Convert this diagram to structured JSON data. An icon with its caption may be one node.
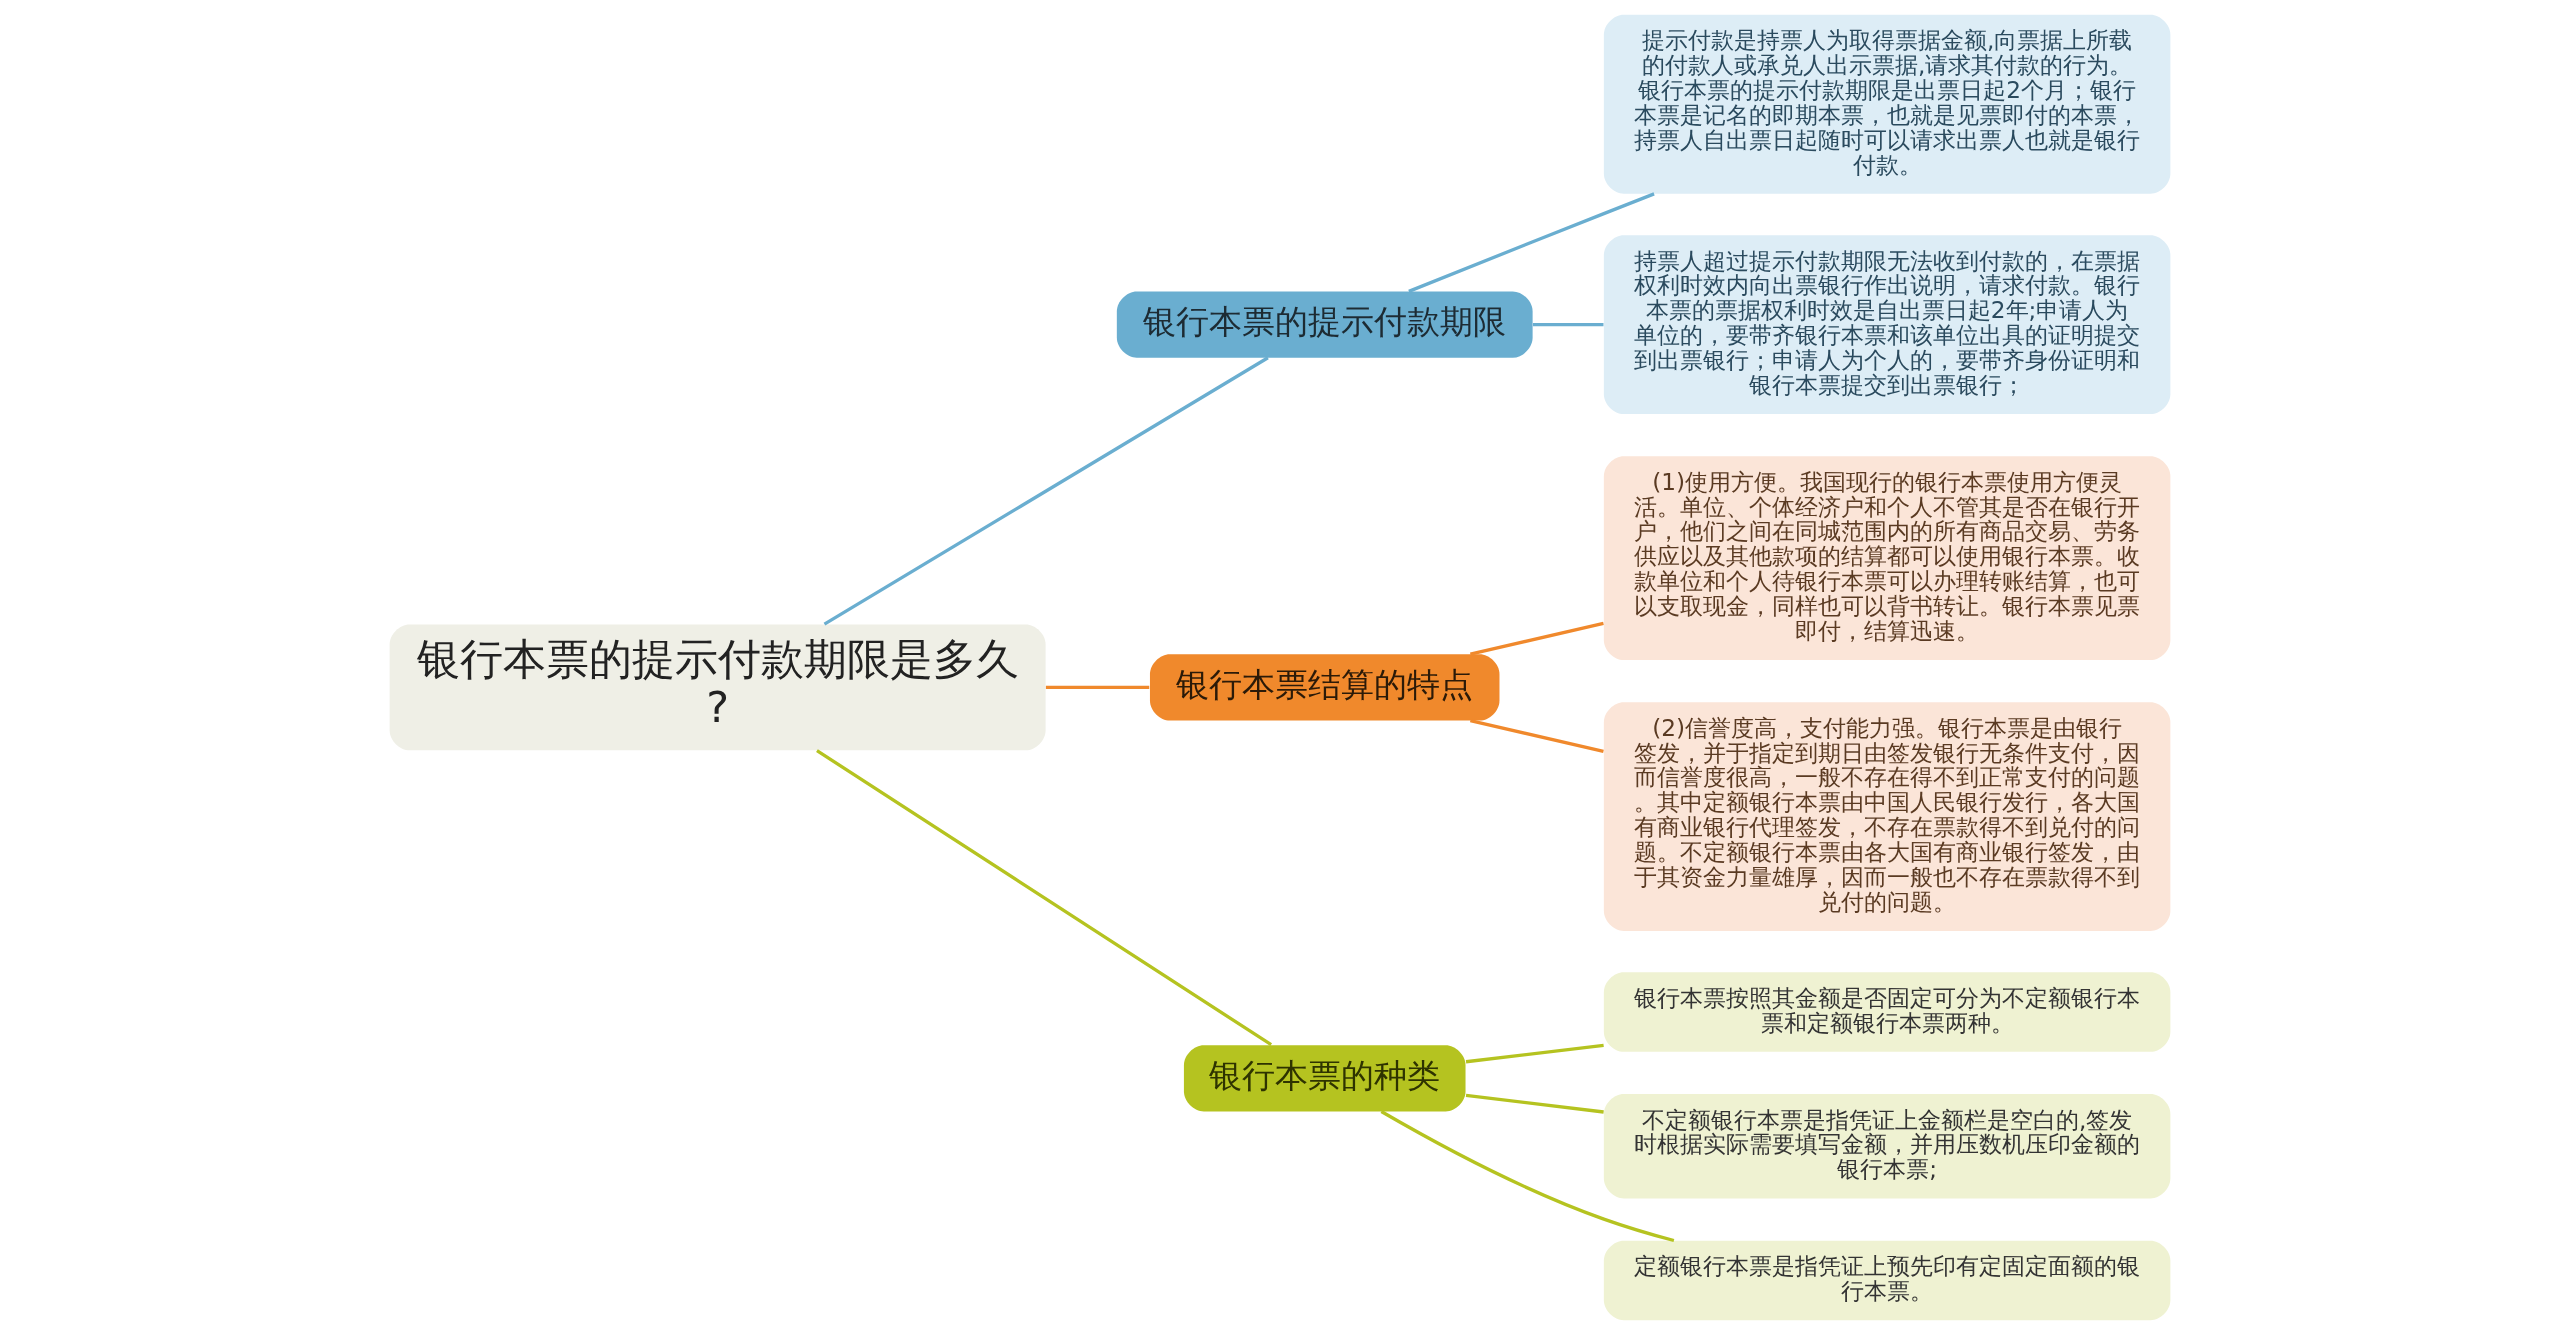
{
  "diagram": {
    "nodes": [
      {
        "text": [
          "银行本票的提示付款期限是多久?"
        ]
      },
      {
        "text": [
          "银行本票的提示付款期限"
        ]
      },
      {
        "text": [
          "提示付款是持票人为取得票据金额,向票据上所载的付款人或承兑人出示票据,请求其付款的行为。银行本票的提示付款期限是出票日起2个月；银行本票是记名的即期本票，也就是见票即付的本票，持票人自出票日起随时可以请求出票人也就是银行付款。"
        ]
      },
      {
        "text": [
          "持票人超过提示付款期限无法收到付款的，在票据权利时效内向出票银行作出说明，请求付款。银行本票的票据权利时效是自出票日起2年;申请人为单位的，要带齐银行本票和该单位出具的证明提交到出票银行；申请人为个人的，要带齐身份证明和银行本票提交到出票银行；"
        ]
      },
      {
        "text": [
          "银行本票结算的特点"
        ]
      },
      {
        "text": [
          "(1)使用方便。我国现行的银行本票使用方便灵活。单位、个体经济户和个人不管其是否在银行开户，他们之间在同城范围内的所有商品交易、劳务供应以及其他款项的结算都可以使用银行本票。收款单位和个人待银行本票可以办理转账结算，也可以支取现金，同样也可以背书转让。银行本票见票即付，结算迅速。"
        ]
      },
      {
        "text": [
          "(2)信誉度高，支付能力强。银行本票是由银行签发，并于指定到期日由签发银行无条件支付，因而信誉度很高，一般不存在得不到正常支付的问题。其中定额银行本票由中国人民银行发行，各大国有商业银行代理签发，不存在票款得不到兑付的问题。不定额银行本票由各大国有商业银行签发，由于其资金力量雄厚，因而一般也不存在票款得不到兑付的问题。"
        ]
      },
      {
        "text": [
          "银行本票的种类"
        ]
      },
      {
        "text": [
          "银行本票按照其金额是否固定可分为不定额银行本票和定额银行本票两种。"
        ]
      },
      {
        "text": [
          "不定额银行本票是指凭证上金额栏是空白的,签发时根据实际需要填写金额，并用压数机压印金额的银行本票;"
        ]
      },
      {
        "text": [
          "定额银行本票是指凭证上预先印有定固定面额的银行本票。"
        ]
      }
    ],
    "edges": [
      {
        "from": 0,
        "to": 1,
        "arrow": "none",
        "color": "#6aaed0"
      },
      {
        "from": 1,
        "to": 2,
        "arrow": "none",
        "color": "#6aaed0"
      },
      {
        "from": 1,
        "to": 3,
        "arrow": "none",
        "color": "#6aaed0"
      },
      {
        "from": 0,
        "to": 4,
        "arrow": "none",
        "color": "#f0892c"
      },
      {
        "from": 4,
        "to": 5,
        "arrow": "none",
        "color": "#f0892c"
      },
      {
        "from": 4,
        "to": 6,
        "arrow": "none",
        "color": "#f0892c"
      },
      {
        "from": 0,
        "to": 7,
        "arrow": "none",
        "color": "#b5c320"
      },
      {
        "from": 7,
        "to": 8,
        "arrow": "none",
        "color": "#b5c320"
      },
      {
        "from": 7,
        "to": 9,
        "arrow": "none",
        "color": "#b5c320"
      },
      {
        "from": 7,
        "to": 10,
        "arrow": "none",
        "color": "#b5c320"
      }
    ]
  }
}
